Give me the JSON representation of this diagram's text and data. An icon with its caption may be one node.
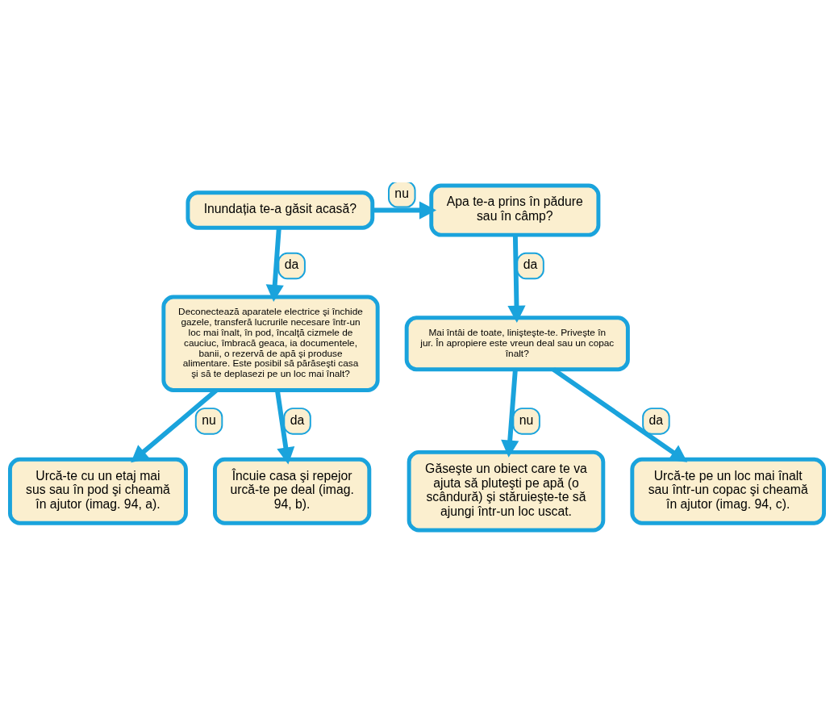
{
  "diagram": {
    "nodes": [
      {
        "text": [
          "Inundația te-a găsit acasă?"
        ]
      },
      {
        "text": [
          "Apa te-a prins în pădure sau în câmp?"
        ]
      },
      {
        "text": [
          "Deconectează aparatele electrice şi închide gazele, transferă lucrurile necesare într-un loc mai înalt, în pod, încalţă cizmele de cauciuc, îmbracă geaca, ia documentele, banii, o rezervă de apă şi produse alimentare. Este posibil să părăseşti casa şi să te deplasezi pe un loc mai înalt?"
        ]
      },
      {
        "text": [
          "Mai întâi de toate, linişteşte-te. Priveşte în jur. În apropiere este vreun deal sau un copac înalt?"
        ]
      },
      {
        "text": [
          "Găseşte un obiect care te va ajuta să pluteşti pe apă (o scândură) şi stăruieşte-te să ajungi într-un loc uscat."
        ]
      },
      {
        "text": [
          "Urcă-te cu un etaj mai sus sau în pod şi cheamă în ajutor (imag. 94, a)."
        ]
      },
      {
        "text": [
          "Încuie casa şi repejor urcă-te pe deal (imag. 94, b)."
        ]
      },
      {
        "text": [
          "Urcă-te pe un loc mai înalt sau într-un copac şi cheamă în ajutor (imag. 94, c)."
        ]
      }
    ],
    "edges": [
      {
        "from": 0,
        "to": 1,
        "arrow": "to",
        "label": "nu"
      },
      {
        "from": 0,
        "to": 2,
        "arrow": "to",
        "label": "da"
      },
      {
        "from": 1,
        "to": 3,
        "arrow": "to",
        "label": "da"
      },
      {
        "from": 3,
        "to": 4,
        "arrow": "to",
        "label": "nu"
      },
      {
        "from": 3,
        "to": 7,
        "arrow": "to",
        "label": "da"
      },
      {
        "from": 2,
        "to": 5,
        "arrow": "to",
        "label": "nu"
      },
      {
        "from": 2,
        "to": 6,
        "arrow": "to",
        "label": "da"
      }
    ]
  }
}
